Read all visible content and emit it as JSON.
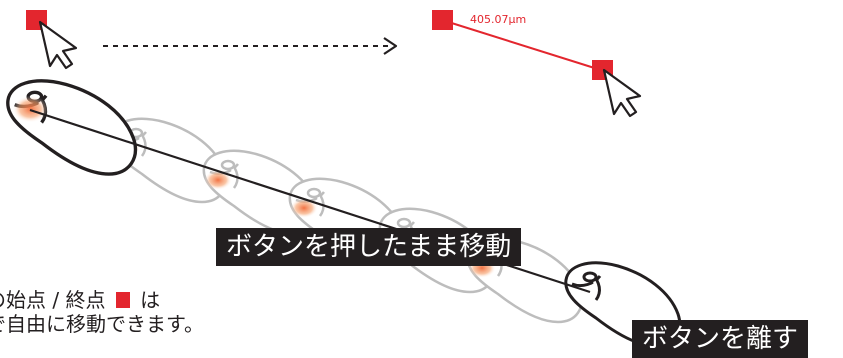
{
  "measurement": {
    "value_label": "405.07μm"
  },
  "labels": {
    "drag": "ボタンを押したまま移動",
    "release": "ボタンを離す"
  },
  "note": {
    "line1_before": "の始点 / 終点",
    "line1_after": "は",
    "line2": "で自由に移動できます。"
  },
  "colors": {
    "accent": "#e3262e",
    "ink": "#231f20",
    "ghost": "#c8c8c8",
    "glow": "#f26b3a"
  },
  "icons": {
    "cursor": "arrow-cursor-icon",
    "mouse": "computer-mouse-icon",
    "handle": "measure-handle-square"
  }
}
